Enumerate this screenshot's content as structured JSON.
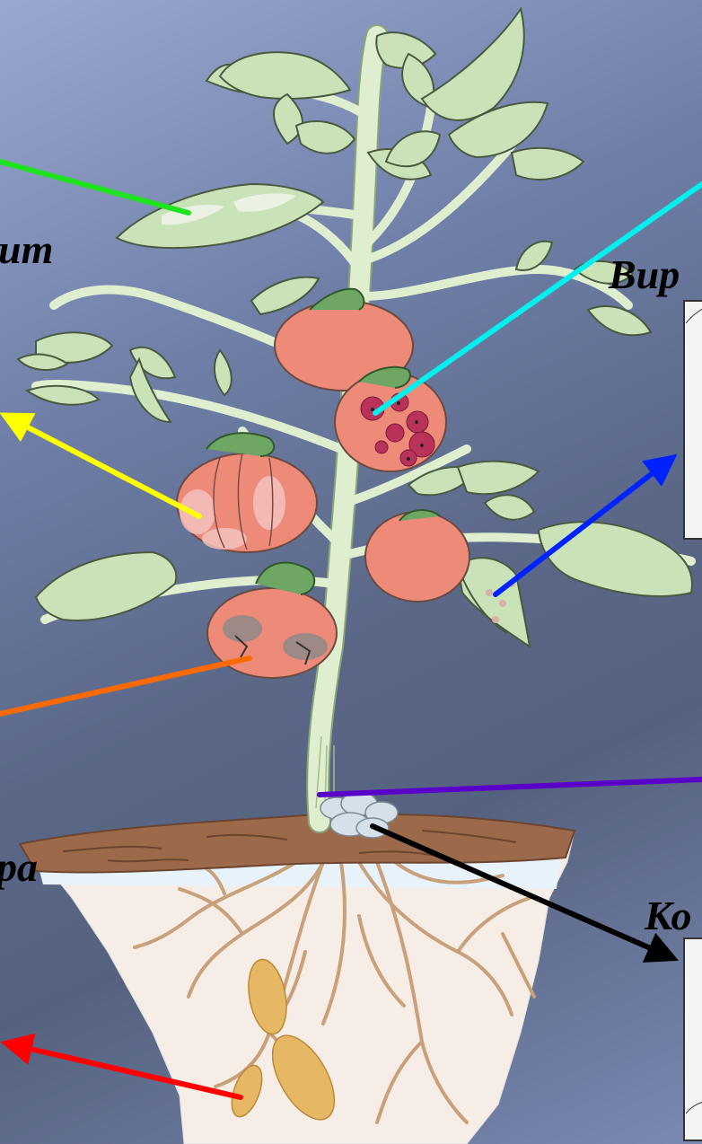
{
  "labels": {
    "top_left": "ит",
    "top_right": "Вир",
    "middle_left": "ра",
    "bottom_right": "Ко"
  },
  "colors": {
    "background": "#6a7899",
    "leaf": "#c9e2b8",
    "stem": "#dfeecf",
    "fruit": "#ee8a78",
    "soil": "#9c6a4a",
    "root": "#c8a07a",
    "tuber": "#e6b864",
    "arrow_green": "#1ee31e",
    "arrow_yellow": "#ffff00",
    "arrow_orange": "#ff6a00",
    "arrow_cyan": "#00f0f0",
    "arrow_blue": "#0022ff",
    "arrow_purple": "#5a00c8",
    "arrow_black": "#000000",
    "arrow_red": "#ff0000"
  }
}
